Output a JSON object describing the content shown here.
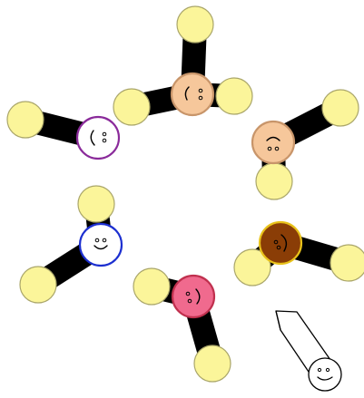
{
  "colors": {
    "bond": "#000000",
    "cap_fill": "#fbf59a",
    "cap_stroke": "#aaa66a",
    "face_line": "#000000"
  },
  "tokens": [
    {
      "name": "peach-face-top",
      "fill": "#f6c79b",
      "stroke": "#c8956a",
      "mood": "sleepy-right"
    },
    {
      "name": "peach-face-upper-right",
      "fill": "#f6c79b",
      "stroke": "#c8956a",
      "mood": "frown-up"
    },
    {
      "name": "brown-face-right",
      "fill": "#8a3d06",
      "stroke": "#e8c21a",
      "mood": "smile-sideways"
    },
    {
      "name": "pink-face-bottom",
      "fill": "#f06a8e",
      "stroke": "#c0304e",
      "mood": "smile-right"
    },
    {
      "name": "blue-face-left",
      "fill": "#ffffff",
      "stroke": "#1c2fd0",
      "mood": "smile"
    },
    {
      "name": "purple-face-upper-left",
      "fill": "#ffffff",
      "stroke": "#8a2a9a",
      "mood": "smile-left"
    }
  ],
  "tool": {
    "name": "pencil-tool",
    "fill": "#ffffff",
    "stroke": "#000000"
  }
}
